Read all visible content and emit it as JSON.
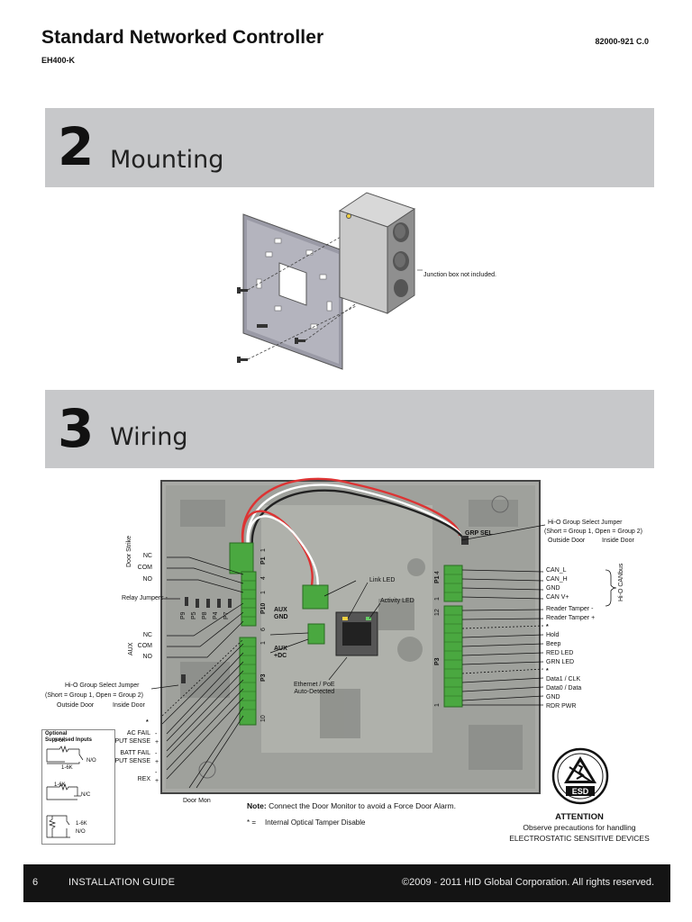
{
  "header": {
    "title": "Standard Networked Controller",
    "model": "EH400-K",
    "doc_number": "82000-921 C.0"
  },
  "sections": {
    "mounting": {
      "number": "2",
      "label": "Mounting",
      "junction_note": "Junction box not included."
    },
    "wiring": {
      "number": "3",
      "label": "Wiring"
    }
  },
  "left_labels": {
    "nc1": "NC",
    "com1": "COM",
    "no1": "NO",
    "door_strike": "Door Strike",
    "relay_jumpers": "Relay Jumpers -",
    "nc2": "NC",
    "com2": "COM",
    "no2": "NO",
    "aux": "AUX",
    "hio_jumper_title": "Hi-O Group Select Jumper",
    "hio_jumper_short": "Short = Group 1, Open = Group 2",
    "outside_door": "Outside Door",
    "inside_door": "Inside Door",
    "star": "*",
    "ac_fail": "AC FAIL",
    "input_sense1": "INPUT SENSE",
    "batt_fail": "BATT FAIL",
    "input_sense2": "INPUT SENSE",
    "rex": "REX",
    "door_mon": "Door Mon",
    "minus1": "-",
    "plus1": "+",
    "minus2": "-",
    "plus2": "+",
    "minus3": "-",
    "plus3": "+"
  },
  "board_labels": {
    "p1": "P1",
    "p1_1": "1",
    "p1_4": "4",
    "p10": "P10",
    "p10_1": "1",
    "p10_6": "6",
    "p3": "P3",
    "p3_1": "1",
    "p3_10": "10",
    "aux_gnd": "AUX\nGND",
    "aux_dc": "AUX\n+DC",
    "link_led": "Link LED",
    "activity_led": "Activity LED",
    "ethernet": "Ethernet / PoE\nAuto-Detected",
    "grp_sel": "GRP SEL",
    "rp1": "P1",
    "rp1_4": "4",
    "rp1_1": "1",
    "rp3": "P3",
    "rp3_12": "12",
    "rp3_1": "1",
    "jumper_ids": [
      "P9",
      "P5",
      "P8",
      "P4",
      "P7"
    ]
  },
  "right_labels": {
    "hio_title": "Hi-O Group Select Jumper",
    "hio_short": "Short = Group 1, Open = Group 2",
    "outside": "Outside Door",
    "inside": "Inside Door",
    "can_l": "CAN_L",
    "can_h": "CAN_H",
    "gnd1": "GND",
    "can_v": "CAN V+",
    "hio_canbus": "Hi-O CANbus",
    "reader_tamper_minus": "Reader Tamper -",
    "reader_tamper_plus": "Reader Tamper +",
    "star1": "*",
    "hold": "Hold",
    "beep": "Beep",
    "red_led": "RED LED",
    "grn_led": "GRN LED",
    "star2": "*",
    "data1": "Data1 / CLK",
    "data0": "Data0 / Data",
    "gnd2": "GND",
    "rdr_pwr": "RDR PWR"
  },
  "supervised": {
    "title": "Optional\nSupervised Inputs",
    "r1": "1-6K",
    "r2": "1-6K",
    "no_label": "N/O",
    "r3": "1-6K",
    "nc_label": "N/C",
    "r4": "1-6K",
    "no2_label": "N/O"
  },
  "notes": {
    "note_label": "Note:",
    "note_text": " Connect the Door Monitor to avoid a Force Door Alarm.",
    "tamper_star": "* =",
    "tamper_text": "Internal Optical Tamper Disable"
  },
  "esd": {
    "badge": "ESD",
    "attention": "ATTENTION",
    "observe": "Observe precautions for handling",
    "devices": "ELECTROSTATIC SENSITIVE DEVICES"
  },
  "footer": {
    "page": "6",
    "guide": "INSTALLATION GUIDE",
    "copyright": "©2009 - 2011 HID Global Corporation. All rights reserved."
  }
}
